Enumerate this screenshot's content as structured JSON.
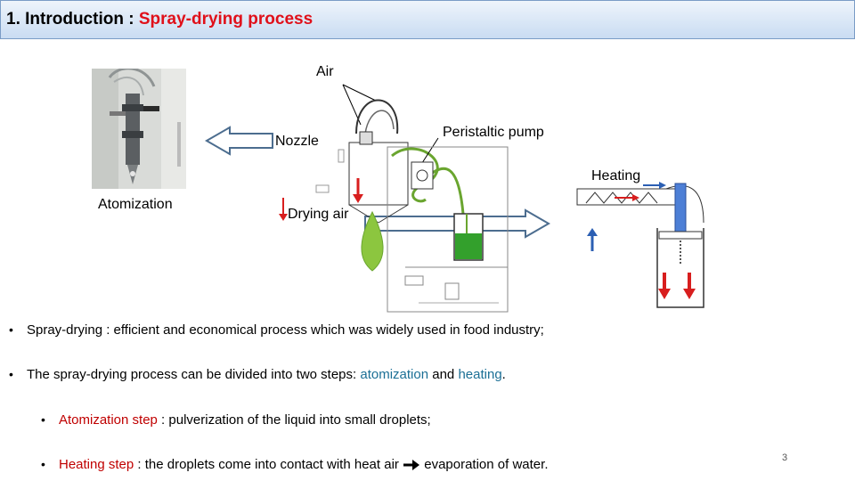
{
  "header": {
    "title_prefix": "1. Introduction : ",
    "title_accent": "Spray-drying process"
  },
  "diagram": {
    "air": "Air",
    "nozzle": "Nozzle",
    "peristaltic_pump": "Peristaltic pump",
    "heating": "Heating",
    "atomization": "Atomization",
    "drying_air": "Drying air"
  },
  "bullets": {
    "b1": "Spray-drying : efficient and economical process which was widely used in food industry;",
    "b2_pre": "The spray-drying process can be divided into two steps: ",
    "b2_atom": "atomization",
    "b2_and": " and ",
    "b2_heat": "heating",
    "b2_end": ".",
    "s1_term": "Atomization step",
    "s1_rest": " : pulverization of the liquid into small droplets;",
    "s2_term": "Heating step",
    "s2_mid": " : the droplets come into contact with heat air ",
    "s2_end": " evaporation of water."
  },
  "page_number": "3",
  "colors": {
    "accent_red": "#e0101a",
    "term_blue": "#1b6f95",
    "term_red": "#c00000"
  },
  "icons": {
    "bullet": "•",
    "implies_arrow": "arrow-right-icon"
  }
}
